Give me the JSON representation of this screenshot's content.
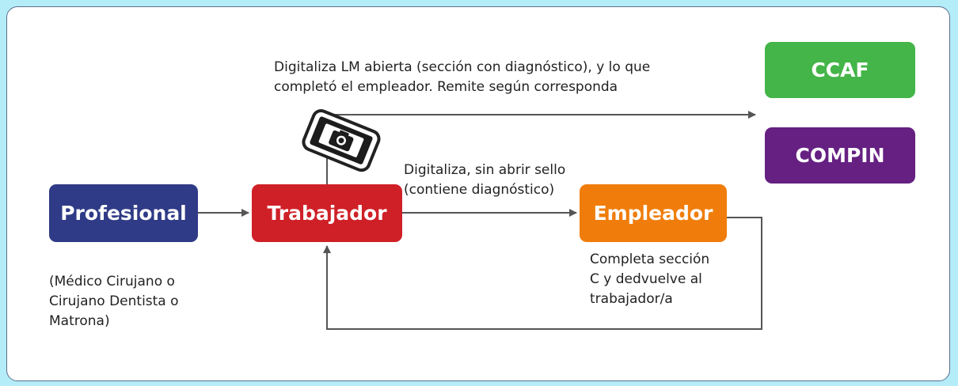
{
  "nodes": {
    "profesional": "Profesional",
    "trabajador": "Trabajador",
    "empleador": "Empleador",
    "ccaf": "CCAF",
    "compin": "COMPIN"
  },
  "labels": {
    "top": "Digitaliza LM abierta (sección con diagnóstico), y lo que\ncompletó el empleador. Remite según corresponda",
    "middle": "Digitaliza, sin abrir sello\n(contiene diagnóstico)",
    "empleador_note": "Completa sección\nC y dedvuelve al\ntrabajador/a",
    "profesional_note": "(Médico Cirujano o\nCirujano Dentista o\nMatrona)"
  },
  "icons": {
    "phone": "smartphone-camera-icon"
  },
  "colors": {
    "background": "#b4ecf8",
    "profesional": "#2f3b86",
    "trabajador": "#cf2027",
    "empleador": "#f07d0b",
    "ccaf": "#44b549",
    "compin": "#652082",
    "connector": "#555555"
  }
}
